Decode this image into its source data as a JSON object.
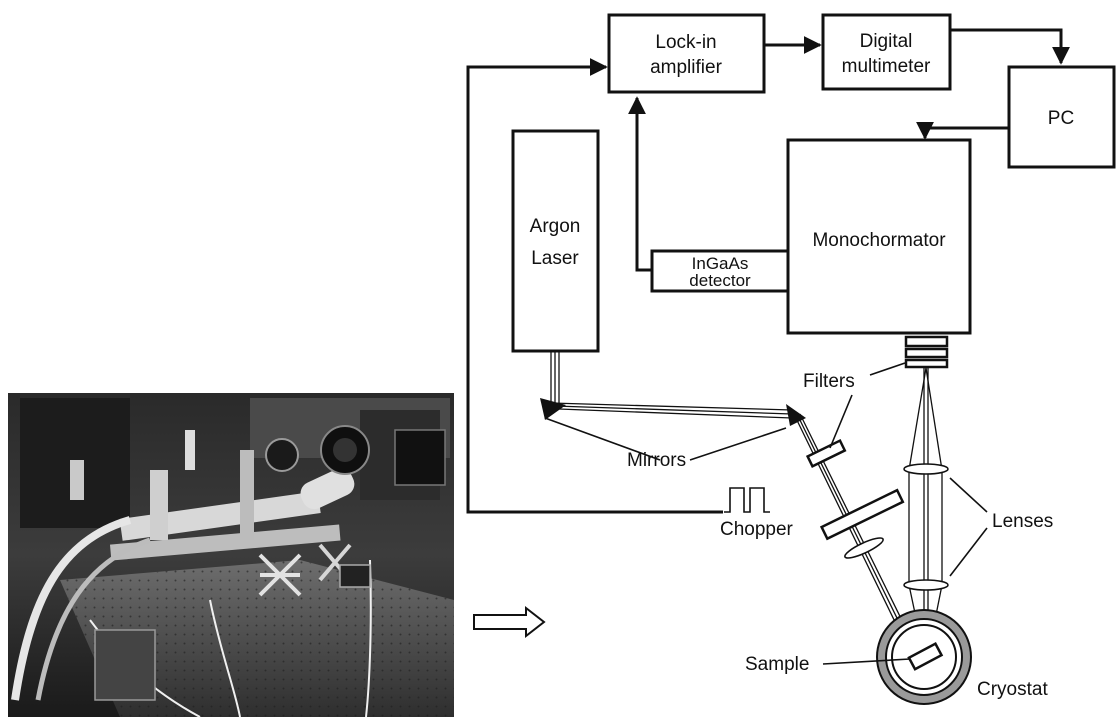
{
  "labels": {
    "lockin_line1": "Lock-in",
    "lockin_line2": "amplifier",
    "dmm_line1": "Digital",
    "dmm_line2": "multimeter",
    "pc": "PC",
    "laser_line1": "Argon",
    "laser_line2": "Laser",
    "mono": "Monochormator",
    "detector_line1": "InGaAs",
    "detector_line2": "detector",
    "filters": "Filters",
    "mirrors": "Mirrors",
    "chopper": "Chopper",
    "lenses": "Lenses",
    "sample": "Sample",
    "cryostat": "Cryostat"
  },
  "photo": {
    "icon": "lab-setup-photo"
  },
  "arrow": {
    "icon": "right-hollow-arrow-icon"
  }
}
